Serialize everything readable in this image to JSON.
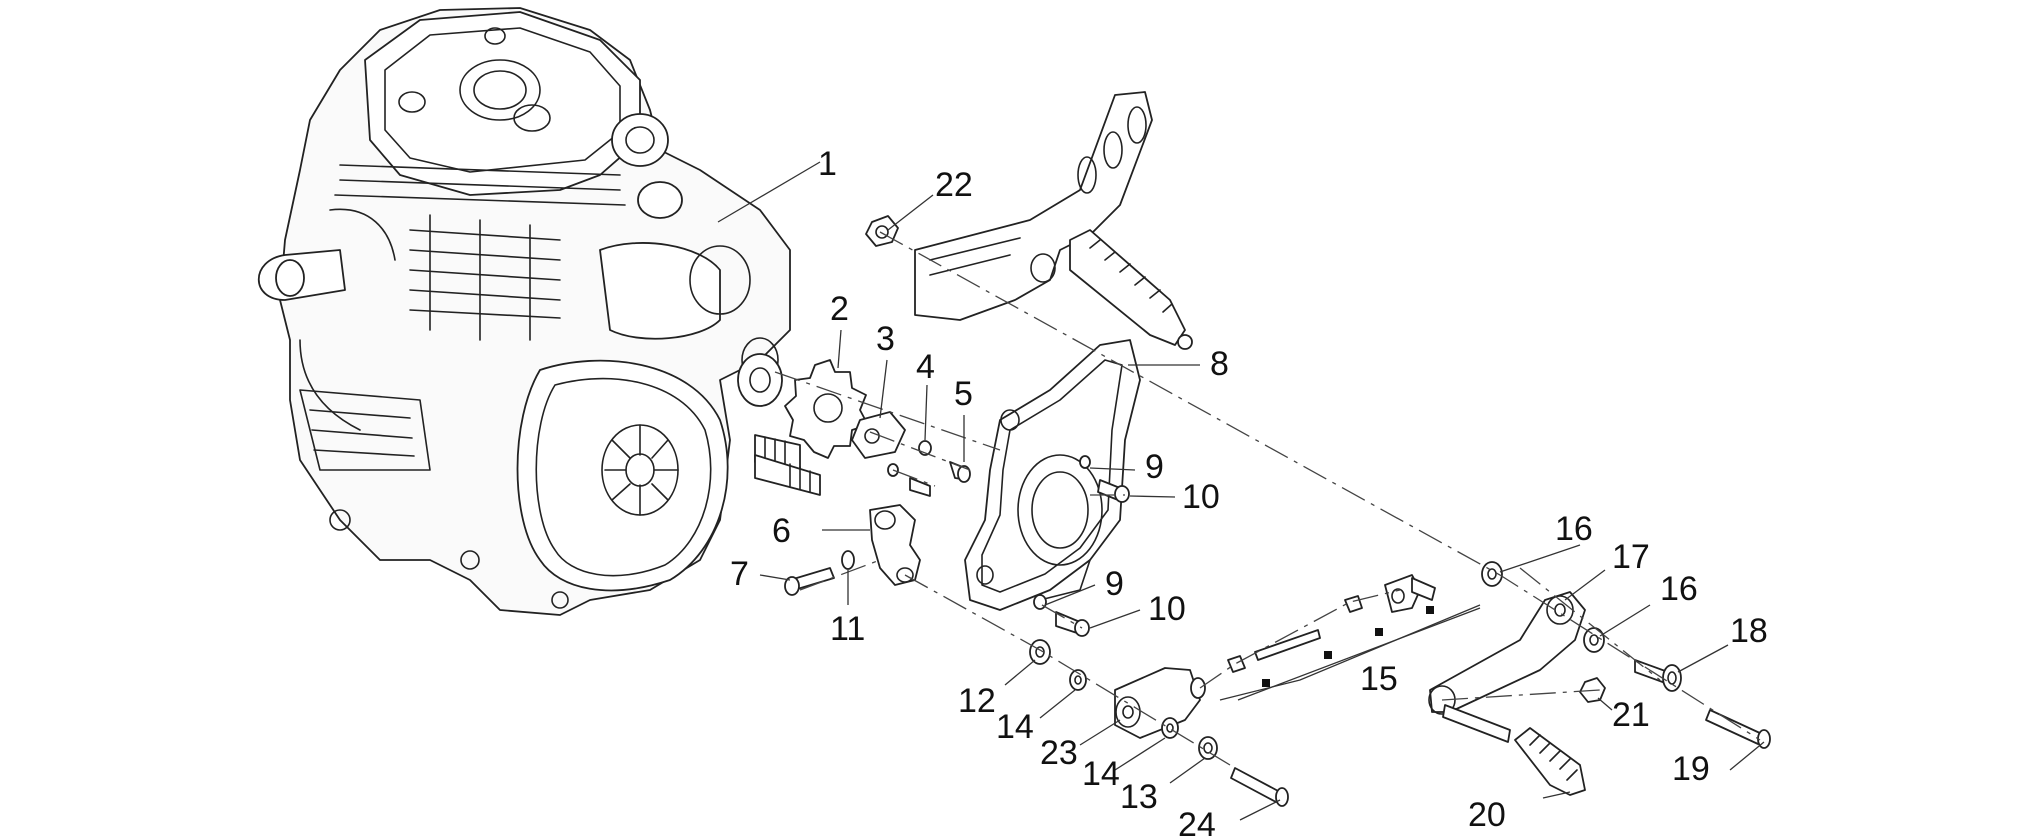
{
  "callouts": [
    {
      "id": "c1",
      "text": "1"
    },
    {
      "id": "c2",
      "text": "2"
    },
    {
      "id": "c3",
      "text": "3"
    },
    {
      "id": "c4",
      "text": "4"
    },
    {
      "id": "c5",
      "text": "5"
    },
    {
      "id": "c6",
      "text": "6"
    },
    {
      "id": "c7",
      "text": "7"
    },
    {
      "id": "c8",
      "text": "8"
    },
    {
      "id": "c9a",
      "text": "9"
    },
    {
      "id": "c9b",
      "text": "9"
    },
    {
      "id": "c10a",
      "text": "10"
    },
    {
      "id": "c10b",
      "text": "10"
    },
    {
      "id": "c11",
      "text": "11"
    },
    {
      "id": "c12",
      "text": "12"
    },
    {
      "id": "c13",
      "text": "13"
    },
    {
      "id": "c14a",
      "text": "14"
    },
    {
      "id": "c14b",
      "text": "14"
    },
    {
      "id": "c15",
      "text": "15"
    },
    {
      "id": "c16a",
      "text": "16"
    },
    {
      "id": "c16b",
      "text": "16"
    },
    {
      "id": "c17",
      "text": "17"
    },
    {
      "id": "c18",
      "text": "18"
    },
    {
      "id": "c19",
      "text": "19"
    },
    {
      "id": "c20",
      "text": "20"
    },
    {
      "id": "c21",
      "text": "21"
    },
    {
      "id": "c22",
      "text": "22"
    },
    {
      "id": "c23",
      "text": "23"
    },
    {
      "id": "c24",
      "text": "24"
    }
  ],
  "colors": {
    "line": "#222222",
    "background": "#ffffff"
  }
}
